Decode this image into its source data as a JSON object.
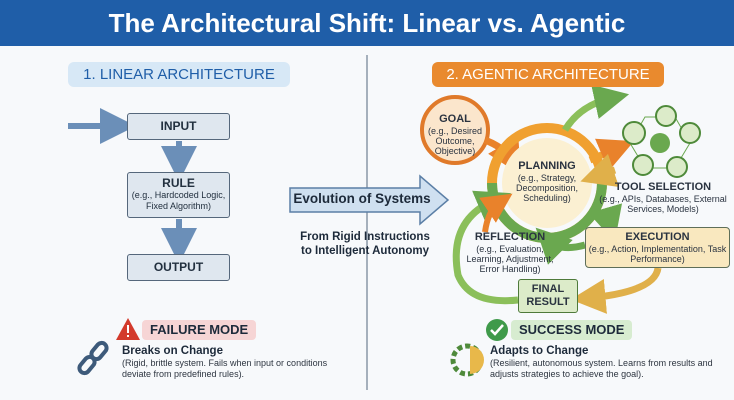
{
  "title": "The Architectural Shift: Linear vs. Agentic",
  "linear": {
    "heading": "1. LINEAR ARCHITECTURE",
    "input": "INPUT",
    "rule": "RULE",
    "rule_sub": "(e.g., Hardcoded Logic, Fixed Algorithm)",
    "output": "OUTPUT",
    "failure": {
      "label": "FAILURE MODE",
      "title": "Breaks on Change",
      "text": "(Rigid, brittle system. Fails when input or conditions deviate from predefined rules)."
    }
  },
  "middle": {
    "arrow_label": "Evolution of Systems",
    "subtitle_1": "From Rigid Instructions",
    "subtitle_2": "to Intelligent Autonomy"
  },
  "agentic": {
    "heading": "2. AGENTIC ARCHITECTURE",
    "goal": {
      "title": "GOAL",
      "sub": "(e.g., Desired Outcome, Objective)"
    },
    "planning": {
      "title": "PLANNING",
      "sub": "(e.g., Strategy, Decomposition, Scheduling)"
    },
    "tools": {
      "title": "TOOL SELECTION",
      "sub": "(e.g., APIs, Databases, External Services, Models)"
    },
    "execution": {
      "title": "EXECUTION",
      "sub": "(e.g., Action, Implementation, Task Performance)"
    },
    "reflection": {
      "title": "REFLECTION",
      "sub": "(e.g., Evaluation, Learning, Adjustment, Error Handling)"
    },
    "final": {
      "title_1": "FINAL",
      "title_2": "RESULT"
    },
    "success": {
      "label": "SUCCESS MODE",
      "title": "Adapts to Change",
      "text": "(Resilient, autonomous system. Learns from results and adjusts strategies to achieve the goal)."
    }
  },
  "colors": {
    "title_bg": "#1f5ea8",
    "orange": "#e98a2e",
    "green": "#6aa84f",
    "failure_bg": "#f6d5d5",
    "success_bg": "#d7ecd0"
  }
}
